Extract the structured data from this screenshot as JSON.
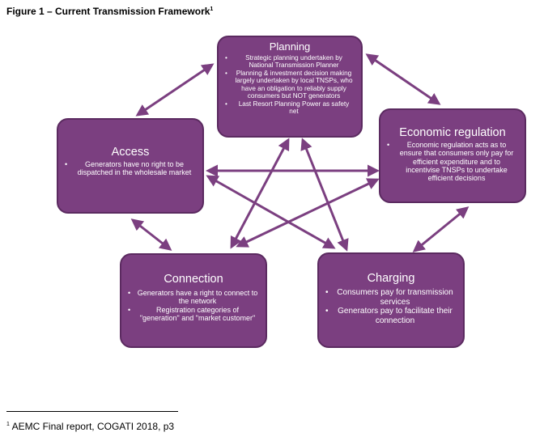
{
  "figure": {
    "title": "Figure 1 – Current Transmission Framework",
    "title_ref": "1"
  },
  "boxes": {
    "planning": {
      "heading": "Planning",
      "bullets": [
        "Strategic planning undertaken by National Transmission Planner",
        "Planning & investment decision making largely undertaken by local TNSPs, who have an obligation to reliably supply consumers but NOT generators",
        "Last Resort Planning Power as safety net"
      ]
    },
    "economic_regulation": {
      "heading": "Economic regulation",
      "bullets": [
        "Economic regulation acts as to ensure that consumers only pay for efficient expenditure and to incentivise TNSPs to undertake efficient decisions"
      ]
    },
    "access": {
      "heading": "Access",
      "bullets": [
        "Generators have no right to be dispatched in the wholesale market"
      ]
    },
    "connection": {
      "heading": "Connection",
      "bullets": [
        "Generators have a right to connect to the network",
        "Registration categories of \"generation\" and \"market customer\""
      ]
    },
    "charging": {
      "heading": "Charging",
      "bullets": [
        "Consumers pay for transmission services",
        "Generators pay to facilitate their connection"
      ]
    }
  },
  "colors": {
    "box_fill": "#7b3f80",
    "box_border": "#5b2a60",
    "arrow": "#7b3f80",
    "text": "#ffffff"
  },
  "footnote": {
    "ref": "1",
    "text": "AEMC Final report, COGATI 2018, p3"
  }
}
